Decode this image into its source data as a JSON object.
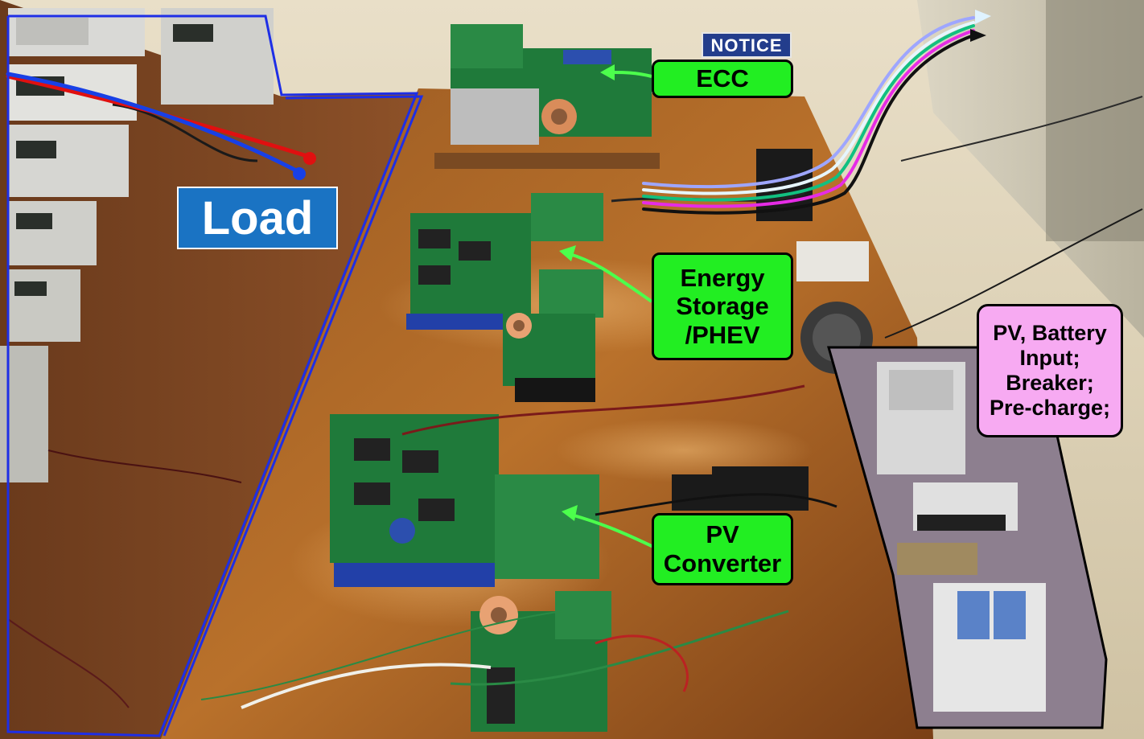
{
  "labels": {
    "load": "Load",
    "ecc": "ECC",
    "energy_storage": [
      "Energy",
      "Storage",
      "/PHEV"
    ],
    "pv_converter": [
      "PV",
      "Converter"
    ],
    "pv_battery": [
      "PV, Battery",
      "Input;",
      "Breaker;",
      "Pre-charge;"
    ],
    "notice_sign": "NOTICE"
  },
  "colors": {
    "callout_green": "#22ee22",
    "callout_pink": "#f7aaf2",
    "load_box_blue": "#1a73c3",
    "load_outline_blue": "#1e2ee6",
    "breaker_outline": "#000000",
    "board_green": "#1f7a3a",
    "desk_wood": "#8b4a1c"
  }
}
